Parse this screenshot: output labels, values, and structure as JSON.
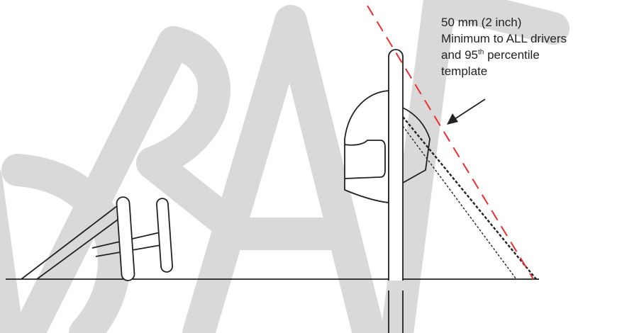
{
  "callout": {
    "line1": "50 mm (2 inch)",
    "line2": "Minimum to ALL drivers",
    "line3_prefix": "and 95",
    "line3_sup": "th",
    "line3_suffix": " percentile",
    "line4": "template"
  },
  "watermark": {
    "text": "DRAFT",
    "color": "#d9d9d9"
  },
  "colors": {
    "line": "#222222",
    "clearance_line": "#e8302e"
  }
}
